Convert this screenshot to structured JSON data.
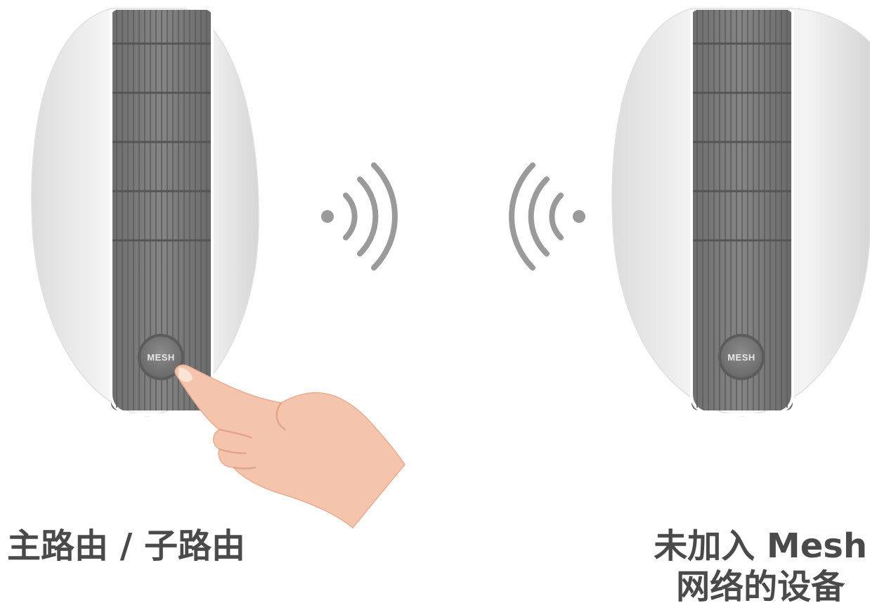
{
  "devices": [
    {
      "button_label": "MESH",
      "caption_lines": [
        "主路由 / 子路由"
      ]
    },
    {
      "button_label": "MESH",
      "caption_lines": [
        "未加入 Mesh",
        "网络的设备"
      ]
    }
  ],
  "colors": {
    "device_body": "#f2f2f2",
    "grille": "#7d7d7d",
    "grille_line": "#666666",
    "signal_wave": "#9a9a9a",
    "hand": "#f5c4ad",
    "caption": "#4a4a4a"
  }
}
